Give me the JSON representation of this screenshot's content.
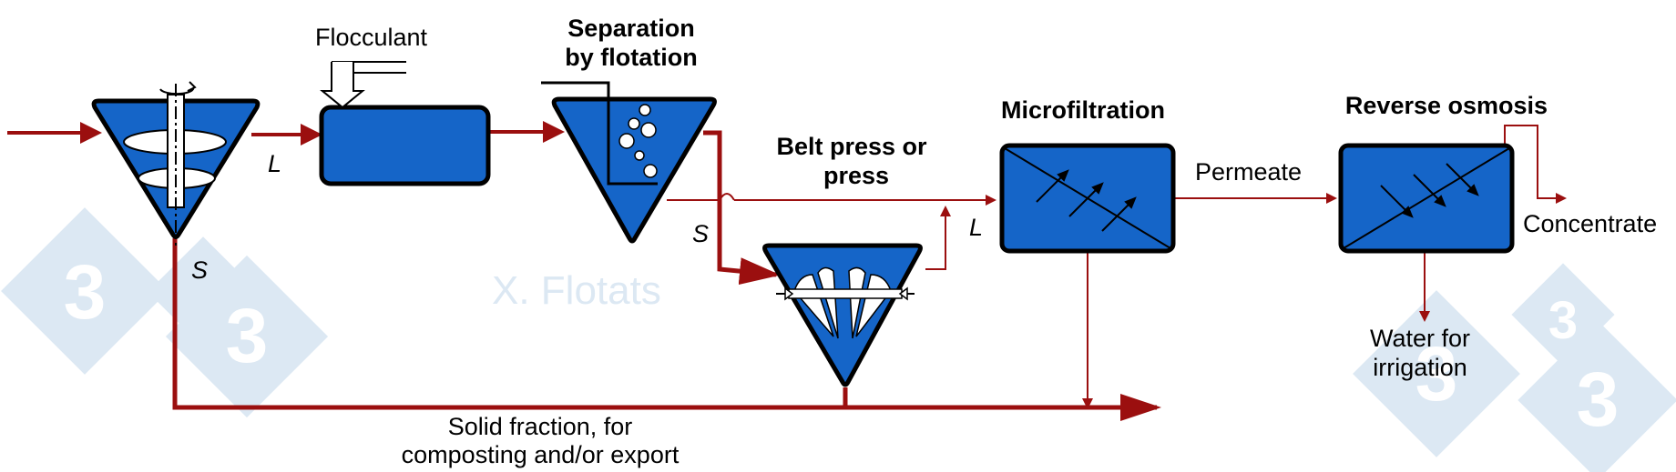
{
  "labels": {
    "flocculant": "Flocculant",
    "separation_line1": "Separation",
    "separation_line2": "by flotation",
    "belt_press_line1": "Belt press or",
    "belt_press_line2": "press",
    "microfiltration": "Microfiltration",
    "reverse_osmosis": "Reverse osmosis",
    "permeate": "Permeate",
    "concentrate": "Concentrate",
    "water_line1": "Water for",
    "water_line2": "irrigation",
    "solid_line1": "Solid fraction, for",
    "solid_line2": "composting and/or export",
    "liquid_1": "L",
    "solid_1": "S",
    "solid_2": "S",
    "liquid_2": "L"
  },
  "watermark": {
    "text": "X. Flotats",
    "digit": "3"
  },
  "colors": {
    "unit_fill": "#1565c8",
    "unit_stroke": "#000000",
    "flow": "#9b0f0f",
    "watermark": "#d6e4f1"
  }
}
